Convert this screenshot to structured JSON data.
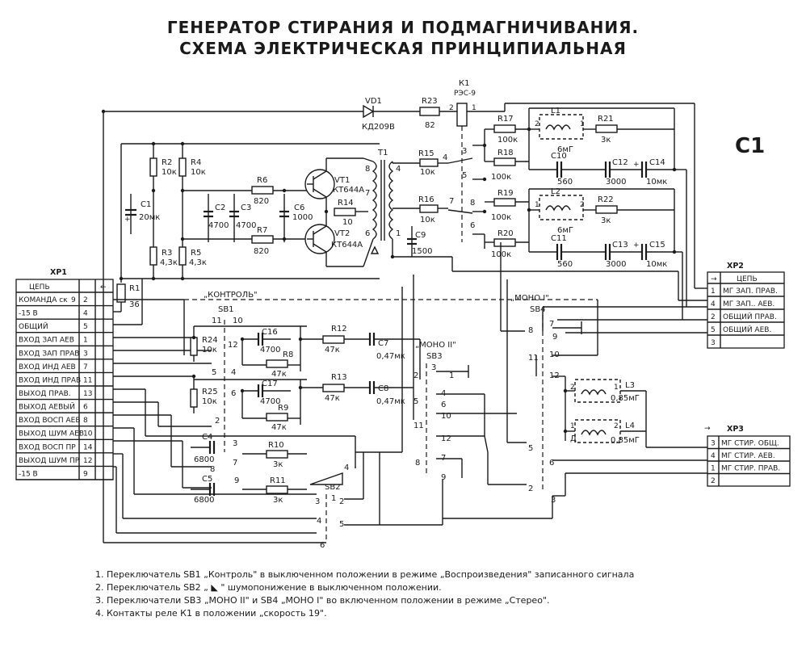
{
  "title_line1": "ГЕНЕРАТОР СТИРАНИЯ И ПОДМАГНИЧИВАНИЯ.",
  "title_line2": "СХЕМА ЭЛЕКТРИЧЕСКАЯ ПРИНЦИПИАЛЬНАЯ",
  "page_id": "С1",
  "xp1": {
    "name": "ХР1",
    "header": "ЦЕПЬ",
    "arrow": "←",
    "rows": [
      {
        "label": "КОМАНДА ск",
        "extra": "9",
        "pin": "2"
      },
      {
        "label": "-15 В",
        "pin": "4"
      },
      {
        "label": "ОБЩИЙ",
        "pin": "5"
      },
      {
        "label": "ВХОД ЗАП АЕВ",
        "pin": "1"
      },
      {
        "label": "ВХОД ЗАП ПРАВ",
        "pin": "3"
      },
      {
        "label": "ВХОД ИНД АЕВ",
        "pin": "7"
      },
      {
        "label": "ВХОД ИНД ПРАВ",
        "pin": "11"
      },
      {
        "label": "ВЫХОД ПРАВ.",
        "pin": "13"
      },
      {
        "label": "ВЫХОД АЕВЫЙ",
        "pin": "6"
      },
      {
        "label": "ВХОД ВОСП АЕВ",
        "pin": "8"
      },
      {
        "label": "ВЫХОД ШУМ АЕВ",
        "pin": "10"
      },
      {
        "label": "ВХОД ВОСП ПР",
        "pin": "14"
      },
      {
        "label": "ВЫХОД ШУМ ПР",
        "pin": "12"
      },
      {
        "label": "-15 В",
        "pin": "9"
      }
    ]
  },
  "xp2": {
    "name": "ХР2",
    "header": "ЦЕПЬ",
    "arrow": "→",
    "rows": [
      {
        "pin": "1",
        "label": "МГ ЗАП. ПРАВ."
      },
      {
        "pin": "4",
        "label": "МГ ЗАП.. АЕВ."
      },
      {
        "pin": "2",
        "label": "ОБЩИЙ ПРАВ."
      },
      {
        "pin": "5",
        "label": "ОБЩИЙ АЕВ."
      },
      {
        "pin": "3",
        "label": ""
      }
    ]
  },
  "xp3": {
    "name": "ХР3",
    "arrow": "→",
    "rows": [
      {
        "pin": "3",
        "label": "МГ СТИР. ОБЩ."
      },
      {
        "pin": "4",
        "label": "МГ СТИР. АЕВ."
      },
      {
        "pin": "1",
        "label": "МГ СТИР. ПРАВ."
      },
      {
        "pin": "2",
        "label": ""
      }
    ]
  },
  "components": {
    "VD1": {
      "ref": "VD1",
      "value": "КД209В"
    },
    "R23": {
      "ref": "R23",
      "value": "82"
    },
    "K1": {
      "ref": "К1",
      "value": "РЭС-9"
    },
    "R17": {
      "ref": "R17",
      "value": "100к"
    },
    "R18": {
      "ref": "R18",
      "value": "100к"
    },
    "R19": {
      "ref": "R19",
      "value": "100к"
    },
    "R20": {
      "ref": "R20",
      "value": "100к"
    },
    "L1": {
      "ref": "L1",
      "value": "6мГ"
    },
    "L2": {
      "ref": "L2",
      "value": "6мГ"
    },
    "R21": {
      "ref": "R21",
      "value": "3к"
    },
    "R22": {
      "ref": "R22",
      "value": "3к"
    },
    "C10": {
      "ref": "C10",
      "value": "560"
    },
    "C11": {
      "ref": "C11",
      "value": "560"
    },
    "C12": {
      "ref": "C12",
      "value": "3000"
    },
    "C13": {
      "ref": "C13",
      "value": "3000"
    },
    "C14": {
      "ref": "C14",
      "value": "10мк"
    },
    "C15": {
      "ref": "C15",
      "value": "10мк"
    },
    "R2": {
      "ref": "R2",
      "value": "10к"
    },
    "R4": {
      "ref": "R4",
      "value": "10к"
    },
    "R3": {
      "ref": "R3",
      "value": "4,3к"
    },
    "R5": {
      "ref": "R5",
      "value": "4,3к"
    },
    "R6": {
      "ref": "R6",
      "value": "820"
    },
    "R7": {
      "ref": "R7",
      "value": "820"
    },
    "C1": {
      "ref": "C1",
      "value": "20мк"
    },
    "C2": {
      "ref": "C2",
      "value": "4700"
    },
    "C3": {
      "ref": "C3",
      "value": "4700"
    },
    "C6": {
      "ref": "C6",
      "value": "1000"
    },
    "VT1": {
      "ref": "VT1",
      "value": "КТ644А"
    },
    "VT2": {
      "ref": "VT2",
      "value": "КТ644А"
    },
    "R14": {
      "ref": "R14",
      "value": "10"
    },
    "T1": {
      "ref": "Т1",
      "value": ""
    },
    "R15": {
      "ref": "R15",
      "value": "10к"
    },
    "R16": {
      "ref": "R16",
      "value": "10к"
    },
    "C9": {
      "ref": "C9",
      "value": "1500"
    },
    "R1": {
      "ref": "R1",
      "value": "36"
    },
    "R24": {
      "ref": "R24",
      "value": "10к"
    },
    "R25": {
      "ref": "R25",
      "value": "10к"
    },
    "C16": {
      "ref": "C16",
      "value": "4700"
    },
    "C17": {
      "ref": "C17",
      "value": "4700"
    },
    "R8": {
      "ref": "R8",
      "value": "47к"
    },
    "R9": {
      "ref": "R9",
      "value": "47к"
    },
    "R12": {
      "ref": "R12",
      "value": "47к"
    },
    "R13": {
      "ref": "R13",
      "value": "47к"
    },
    "C7": {
      "ref": "C7",
      "value": "0,47мк"
    },
    "C8": {
      "ref": "C8",
      "value": "0,47мк"
    },
    "C4": {
      "ref": "C4",
      "value": "6800"
    },
    "C5": {
      "ref": "C5",
      "value": "6800"
    },
    "R10": {
      "ref": "R10",
      "value": "3к"
    },
    "R11": {
      "ref": "R11",
      "value": "3к"
    },
    "L3": {
      "ref": "L3",
      "value": "0,85мГ"
    },
    "L4": {
      "ref": "L4",
      "value": "0,85мГ"
    }
  },
  "switches": {
    "SB1": {
      "ref": "SB1",
      "name": "„КОНТРОЛЬ\""
    },
    "SB2": {
      "ref": "SB2"
    },
    "SB3": {
      "ref": "SB3",
      "name": "„МОНО II\""
    },
    "SB4": {
      "ref": "SB4",
      "name": "„МОНО I\""
    }
  },
  "notes": [
    "1. Переключатель SB1 „Контроль\" в выключенном положении в режиме „Воспроизведения\" записанного сигнала",
    "2. Переключатель SB2 „ ◣ \" шумопонижение в выключенном положении.",
    "3. Переключатели SB3 „МОНО II\" и SB4 „МОНО I\" во включенном положении в режиме „Стерео\".",
    "4. Контакты реле К1 в положении „скорость 19\"."
  ]
}
